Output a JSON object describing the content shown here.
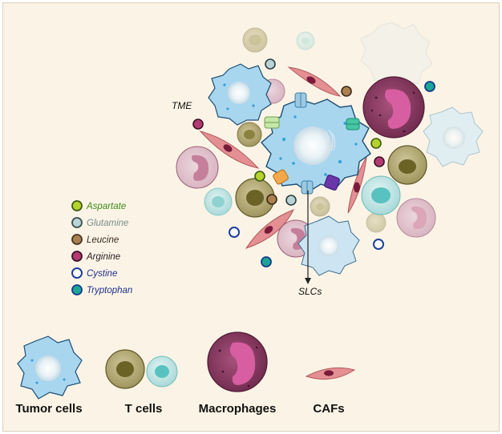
{
  "diagram": {
    "labels": {
      "tme": "TME",
      "slcs": "SLCs"
    },
    "amino_acid_legend": [
      {
        "label": "Aspartate",
        "fill": "#b6d22e",
        "ring": "#3b5a10",
        "text_color": "#3f8a18"
      },
      {
        "label": "Glutamine",
        "fill": "#b9d4d6",
        "ring": "#3a4d4f",
        "text_color": "#7a8c8e"
      },
      {
        "label": "Leucine",
        "fill": "#ad8052",
        "ring": "#4a3420",
        "text_color": "#3a2a1c"
      },
      {
        "label": "Arginine",
        "fill": "#b23b72",
        "ring": "#3a1025",
        "text_color": "#2a1a22"
      },
      {
        "label": "Cystine",
        "fill": "#ffffff",
        "ring": "#1c3f9a",
        "text_color": "#1e2f8c"
      },
      {
        "label": "Tryptophan",
        "fill": "#1aa597",
        "ring": "#163a8a",
        "text_color": "#1e2f8c"
      }
    ],
    "cell_types": [
      {
        "label": "Tumor cells",
        "icon": "tumor-cell-icon"
      },
      {
        "label": "T cells",
        "icon": "t-cell-icon"
      },
      {
        "label": "Macrophages",
        "icon": "macrophage-icon"
      },
      {
        "label": "CAFs",
        "icon": "caf-icon"
      }
    ],
    "colors": {
      "background": "#fbf4e6",
      "tumor_fill": "#a8d6ef",
      "tumor_spot": "#2f9ed8",
      "tcell_olive": "#b9b07c",
      "tcell_olive_nucleus": "#6b6226",
      "tcell_teal": "#bfe3e2",
      "tcell_teal_nucleus": "#58c2c0",
      "macrophage_fill": "#8a3b63",
      "macrophage_nucleus": "#d75fa2",
      "caf_fill": "#e89a9c",
      "caf_nucleus": "#7a1a3a"
    }
  }
}
